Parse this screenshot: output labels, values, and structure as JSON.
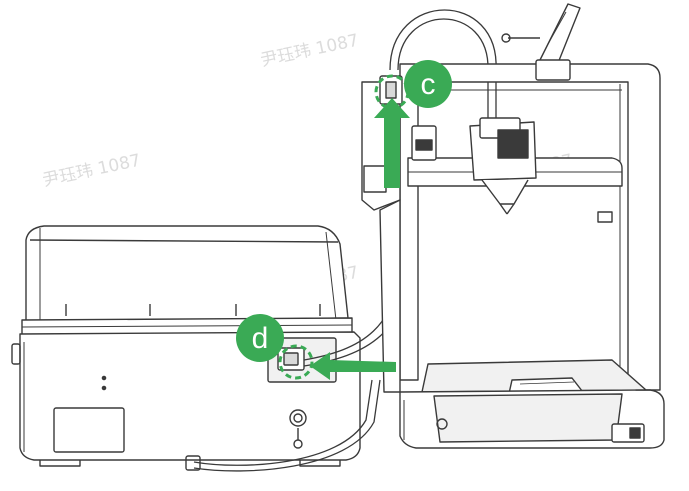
{
  "callouts": {
    "c": "c",
    "d": "d"
  },
  "watermark": {
    "text": "尹珏玮 1087"
  },
  "colors": {
    "accent": "#3aaa55",
    "accent_dark": "#2f9a48",
    "line": "#3a3a3a",
    "panel": "#f1f1f1"
  }
}
